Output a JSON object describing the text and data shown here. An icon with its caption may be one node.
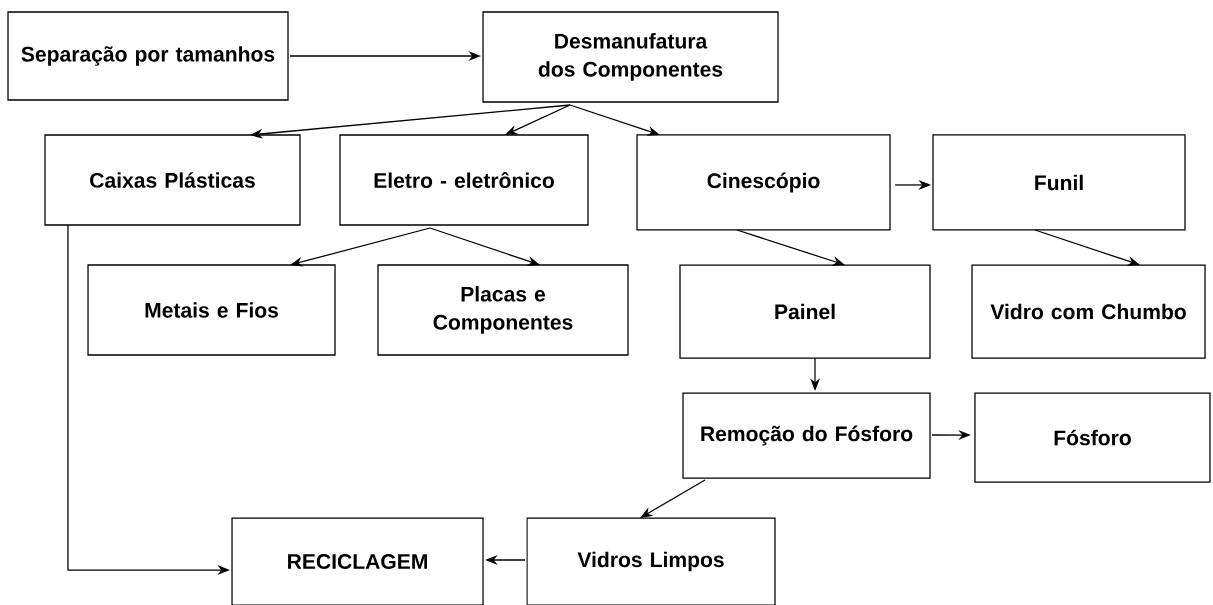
{
  "diagram": {
    "nodes": [
      {
        "text": [
          "Separação por tamanhos"
        ]
      },
      {
        "text": [
          "Desmanufatura dos Componentes"
        ]
      },
      {
        "text": [
          "Caixas Plásticas"
        ]
      },
      {
        "text": [
          "Eletro - eletrônico"
        ]
      },
      {
        "text": [
          "Cinescópio"
        ]
      },
      {
        "text": [
          "Funil"
        ]
      },
      {
        "text": [
          "Metais e Fios"
        ]
      },
      {
        "text": [
          "Placas e Componentes"
        ]
      },
      {
        "text": [
          "Painel"
        ]
      },
      {
        "text": [
          "Vidro com Chumbo"
        ]
      },
      {
        "text": [
          "Remoção do Fósforo"
        ]
      },
      {
        "text": [
          "Fósforo"
        ]
      },
      {
        "text": [
          "RECICLAGEM"
        ]
      },
      {
        "text": [
          "Vidros Limpos"
        ]
      }
    ],
    "edges": [
      {
        "from": 0,
        "to": 1,
        "arrow": "to"
      },
      {
        "from": 1,
        "to": 2,
        "arrow": "to"
      },
      {
        "from": 1,
        "to": 3,
        "arrow": "to"
      },
      {
        "from": 1,
        "to": 4,
        "arrow": "to"
      },
      {
        "from": 4,
        "to": 5,
        "arrow": "to"
      },
      {
        "from": 3,
        "to": 6,
        "arrow": "to"
      },
      {
        "from": 3,
        "to": 7,
        "arrow": "to"
      },
      {
        "from": 4,
        "to": 8,
        "arrow": "to"
      },
      {
        "from": 5,
        "to": 9,
        "arrow": "to"
      },
      {
        "from": 8,
        "to": 10,
        "arrow": "to"
      },
      {
        "from": 10,
        "to": 11,
        "arrow": "to"
      },
      {
        "from": 10,
        "to": 13,
        "arrow": "to"
      },
      {
        "from": 13,
        "to": 12,
        "arrow": "to"
      },
      {
        "from": 2,
        "to": 12,
        "arrow": "to"
      }
    ]
  }
}
